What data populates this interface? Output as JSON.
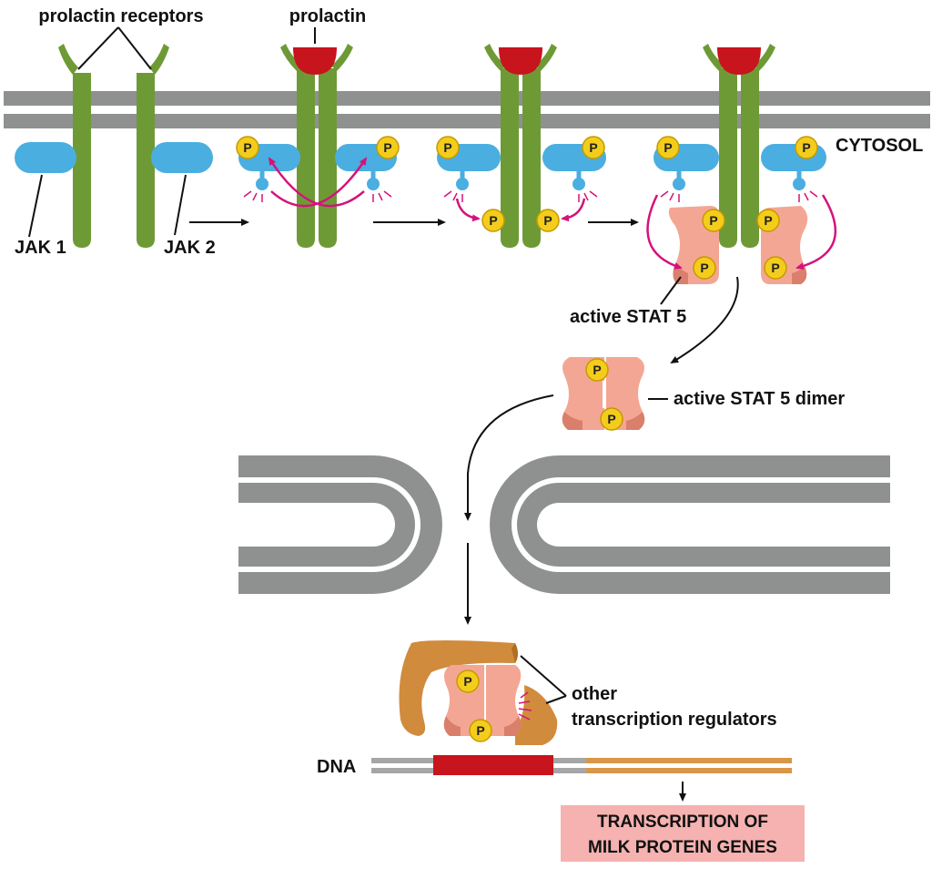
{
  "labels": {
    "prolactin_receptors": "prolactin receptors",
    "prolactin": "prolactin",
    "cytosol": "CYTOSOL",
    "jak1": "JAK 1",
    "jak2": "JAK 2",
    "active_stat5": "active STAT 5",
    "active_stat5_dimer": "active STAT 5 dimer",
    "other_regulators_line1": "other",
    "other_regulators_line2": "transcription regulators",
    "dna": "DNA",
    "transcription_line1": "TRANSCRIPTION OF",
    "transcription_line2": "MILK PROTEIN GENES",
    "phosphate": "P"
  },
  "colors": {
    "membrane": "#8f9190",
    "receptor": "#6e9a36",
    "receptor_dark": "#4f7426",
    "prolactin": "#c8141c",
    "jak": "#4aaee0",
    "jak_dark": "#2e86b8",
    "phosphate": "#f4cd1c",
    "phosphate_stroke": "#c59a00",
    "stat": "#f4a694",
    "stat_dark": "#d97f6c",
    "regulator": "#d18b3c",
    "regulator_dark": "#b06e24",
    "arrow_magenta": "#d4127c",
    "dna_gray": "#a4a6a8",
    "dna_red": "#c8141c",
    "dna_orange": "#d9964a",
    "transcription_box": "#f5b2b0"
  }
}
